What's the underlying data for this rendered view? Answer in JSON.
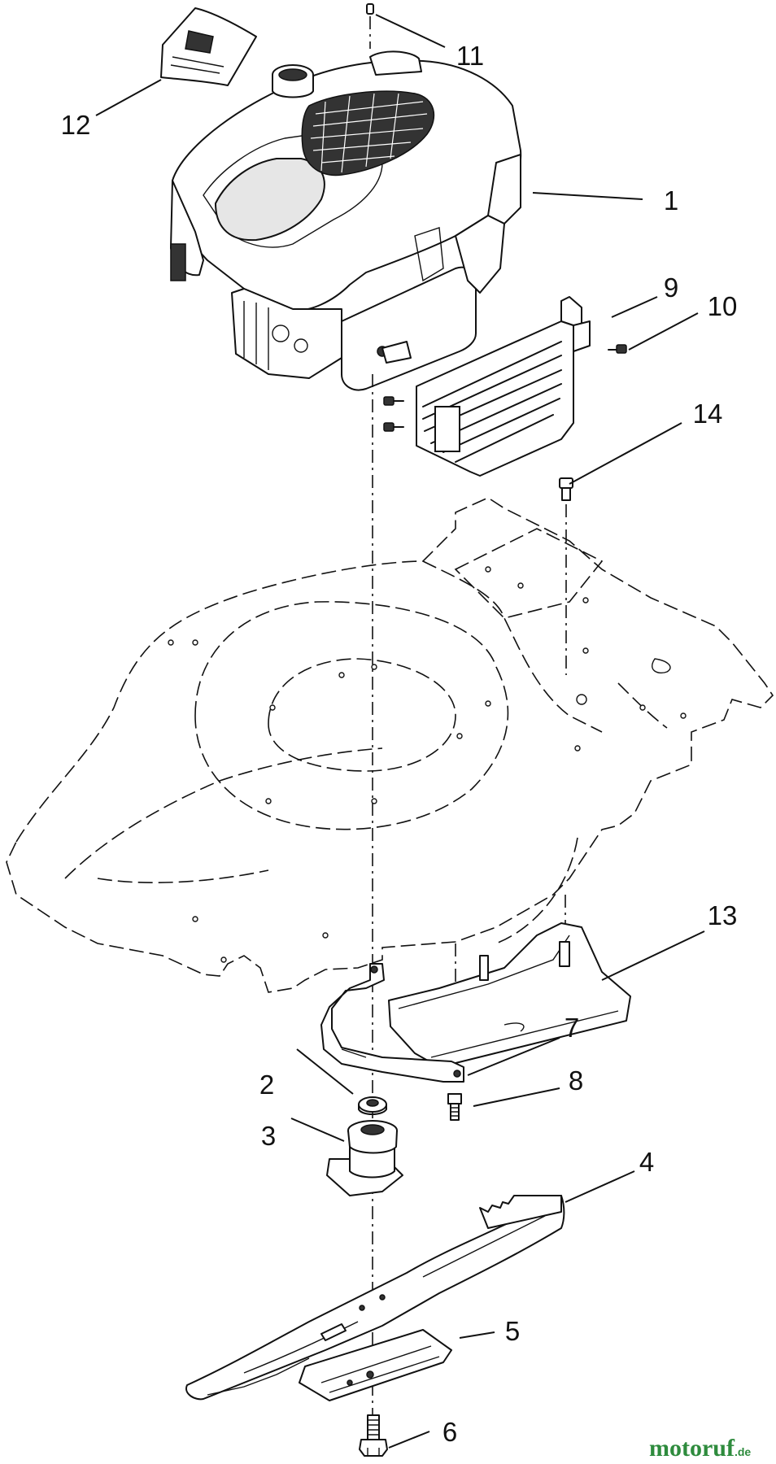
{
  "diagram": {
    "callouts": [
      {
        "id": "c1",
        "label": "1"
      },
      {
        "id": "c2",
        "label": "2"
      },
      {
        "id": "c3",
        "label": "3"
      },
      {
        "id": "c4",
        "label": "4"
      },
      {
        "id": "c5",
        "label": "5"
      },
      {
        "id": "c6",
        "label": "6"
      },
      {
        "id": "c7",
        "label": "7"
      },
      {
        "id": "c8",
        "label": "8"
      },
      {
        "id": "c9",
        "label": "9"
      },
      {
        "id": "c10",
        "label": "10"
      },
      {
        "id": "c11",
        "label": "11"
      },
      {
        "id": "c12",
        "label": "12"
      },
      {
        "id": "c13",
        "label": "13"
      },
      {
        "id": "c14",
        "label": "14"
      }
    ]
  },
  "watermark": {
    "brand": "motoruf",
    "suffix": ".de",
    "brand_color": "#2e8b3d",
    "accent_color": "#e07a1a"
  }
}
